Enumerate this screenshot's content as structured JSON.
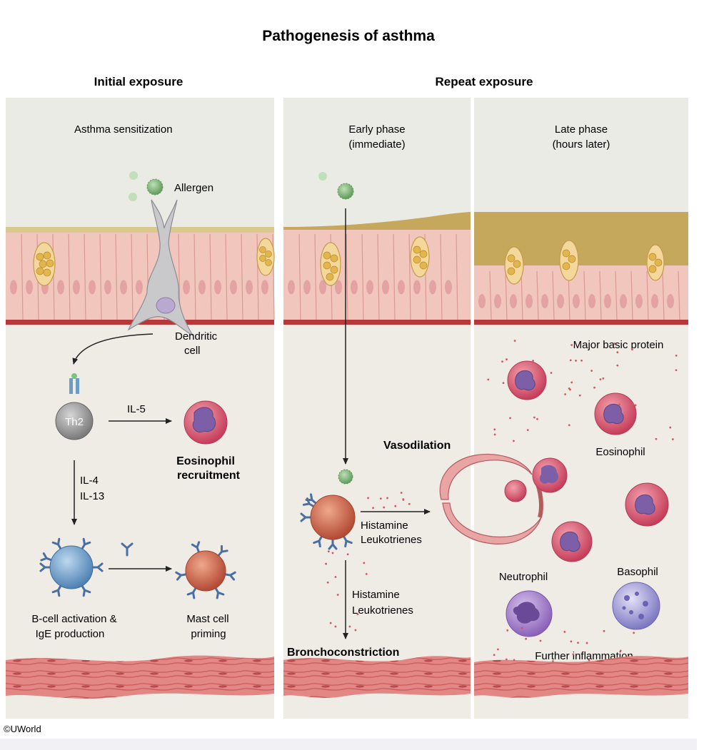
{
  "title": "Pathogenesis of asthma",
  "headers": {
    "initial": "Initial exposure",
    "repeat": "Repeat exposure"
  },
  "panel_initial": {
    "subtitle": "Asthma sensitization",
    "allergen_label": "Allergen",
    "dendritic_label": [
      "Dendritic",
      "cell"
    ],
    "th2_label": "Th2",
    "il5_label": "IL-5",
    "eosinophil_recruitment": [
      "Eosinophil",
      "recruitment"
    ],
    "il4_il13": [
      "IL-4",
      "IL-13"
    ],
    "bcell_label": [
      "B-cell activation &",
      "IgE production"
    ],
    "mastcell_label": [
      "Mast cell",
      "priming"
    ]
  },
  "panel_early": {
    "subtitle": [
      "Early phase",
      "(immediate)"
    ],
    "vasodilation": "Vasodilation",
    "mediators_right": [
      "Histamine",
      "Leukotrienes"
    ],
    "mediators_down": [
      "Histamine",
      "Leukotrienes"
    ],
    "bronchoconstriction": "Bronchoconstriction"
  },
  "panel_late": {
    "subtitle": [
      "Late phase",
      "(hours later)"
    ],
    "mbp_label": "Major basic protein",
    "eosinophil_label": "Eosinophil",
    "neutrophil_label": "Neutrophil",
    "basophil_label": "Basophil",
    "further_inflammation": "Further inflammation"
  },
  "copyright": "©UWorld",
  "colors": {
    "panel_bg": "#efece6",
    "sky_bg": "#e9ebe4",
    "epithelium": "#f1c6bc",
    "nucleus": "#e4a3a3",
    "goblet": "#e7c25a",
    "basement": "#b8373a",
    "mucus": "#c6a85d",
    "muscle": "#d9716f",
    "allergen": "#7fae7a",
    "th2": "#8c8c8c",
    "bcell": "#6b9bc6",
    "mastcell": "#c9644e",
    "eosinophil": "#d14d66",
    "neutrophil": "#a07bc4",
    "basophil": "#8f88c8",
    "ige": "#4a6fa5"
  }
}
